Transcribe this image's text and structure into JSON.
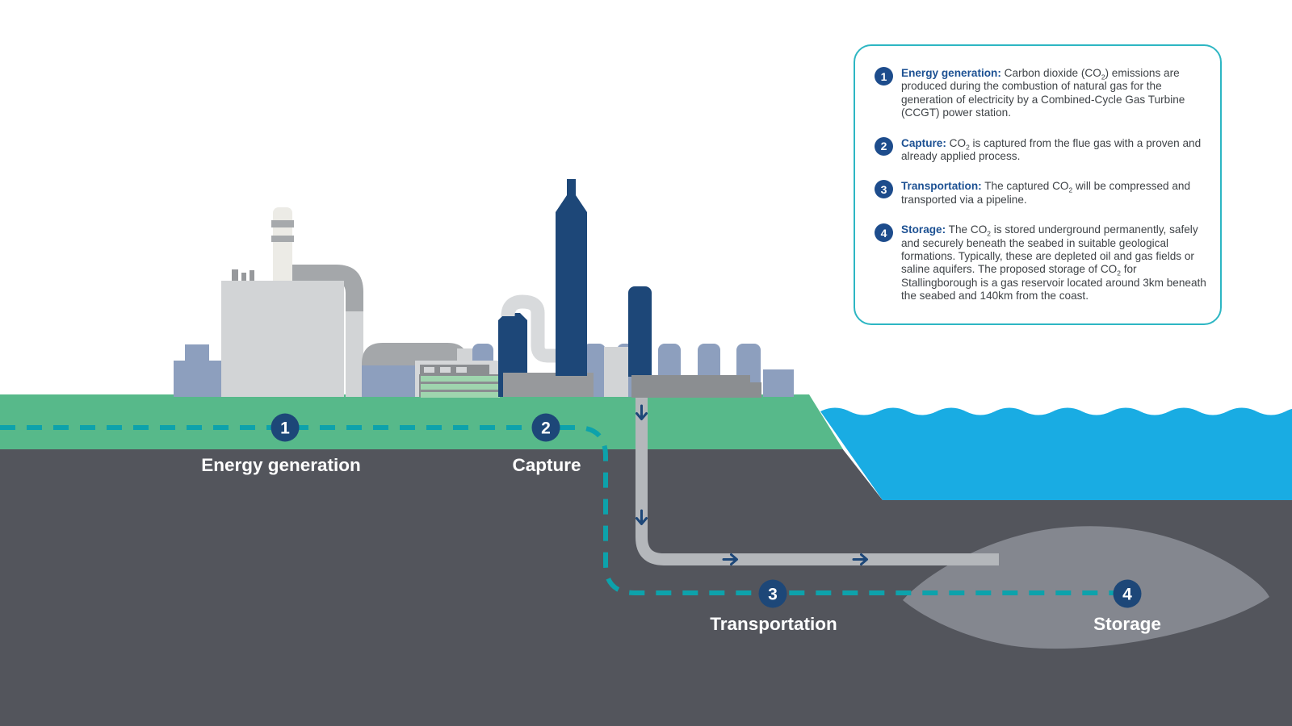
{
  "colors": {
    "navy": "#1d4778",
    "badge_navy": "#1d4c8c",
    "heading_blue": "#1d5193",
    "body_text": "#3f4347",
    "route_teal": "#0da2ab",
    "box_border_teal": "#2db6c3",
    "land_green": "#57b98a",
    "underground_gray": "#53555c",
    "sea_blue": "#19ace3",
    "pipeline_gray": "#b4b7bb",
    "reservoir_gray": "#84878f"
  },
  "steps": [
    {
      "num": "1",
      "label": "Energy generation"
    },
    {
      "num": "2",
      "label": "Capture"
    },
    {
      "num": "3",
      "label": "Transportation"
    },
    {
      "num": "4",
      "label": "Storage"
    }
  ],
  "info_box": {
    "items": [
      {
        "num": "1",
        "title": "Energy generation:",
        "body": "Carbon dioxide (CO2) emissions are produced during the combustion of natural gas for the generation of electricity by a Combined-Cycle Gas Turbine (CCGT) power station."
      },
      {
        "num": "2",
        "title": "Capture:",
        "body": "CO2 is captured from the flue gas with a proven and already applied process."
      },
      {
        "num": "3",
        "title": "Transportation:",
        "body": "The captured CO2 will be compressed and transported via a pipeline."
      },
      {
        "num": "4",
        "title": "Storage:",
        "body": "The CO2 is stored underground permanently, safely and securely beneath the seabed in suitable geological formations. Typically, these are depleted oil and gas fields or saline aquifers. The proposed storage of CO2 for Stallingborough is a gas reservoir located around 3km beneath the seabed and 140km from the coast."
      }
    ]
  }
}
